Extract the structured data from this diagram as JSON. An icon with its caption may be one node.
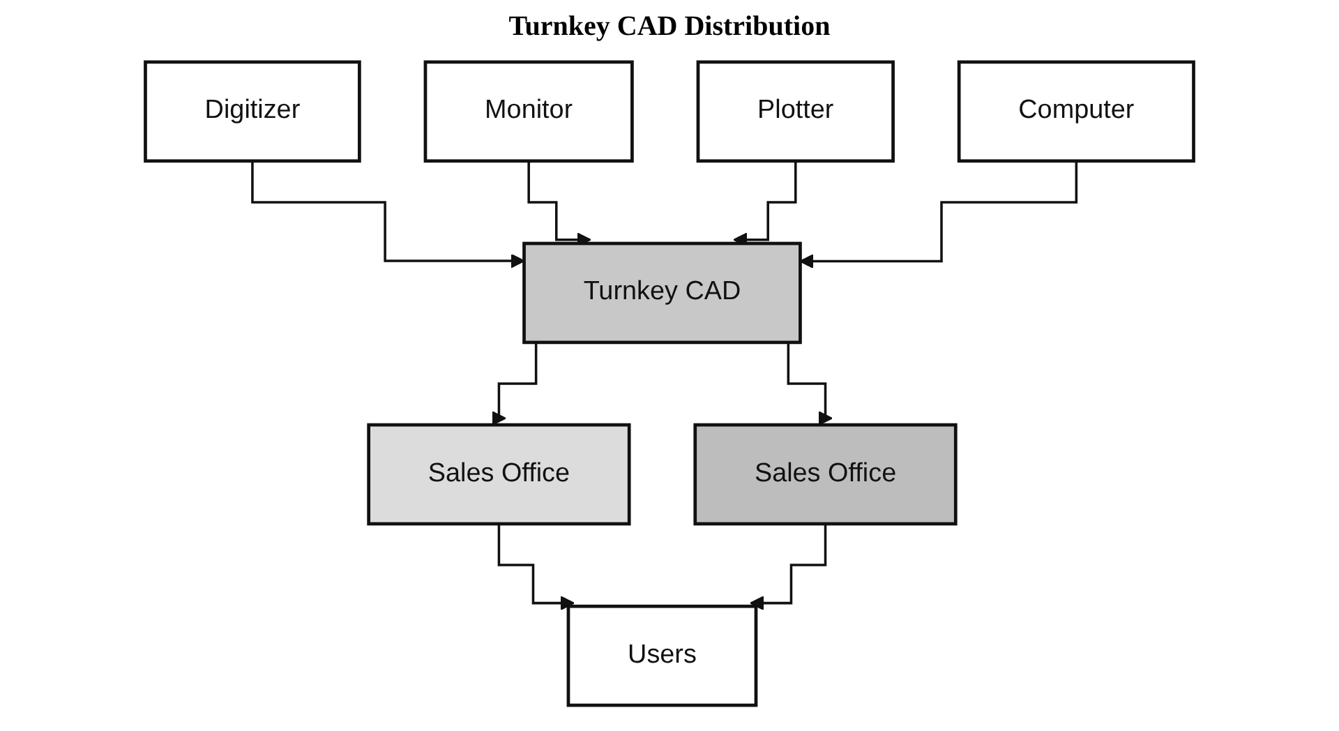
{
  "diagram": {
    "title": "Turnkey CAD Distribution",
    "nodes": [
      {
        "text": [
          "Digitizer"
        ]
      },
      {
        "text": [
          "Monitor"
        ]
      },
      {
        "text": [
          "Plotter"
        ]
      },
      {
        "text": [
          "Computer"
        ]
      },
      {
        "text": [
          "Turnkey CAD"
        ]
      },
      {
        "text": [
          "Sales Office"
        ]
      },
      {
        "text": [
          "Sales Office"
        ]
      },
      {
        "text": [
          "Users"
        ]
      }
    ],
    "edges": [
      {
        "from": 0,
        "to": 4,
        "arrow": "to"
      },
      {
        "from": 1,
        "to": 4,
        "arrow": "to"
      },
      {
        "from": 2,
        "to": 4,
        "arrow": "to"
      },
      {
        "from": 3,
        "to": 4,
        "arrow": "to"
      },
      {
        "from": 4,
        "to": 5,
        "arrow": "to"
      },
      {
        "from": 4,
        "to": 6,
        "arrow": "to"
      },
      {
        "from": 5,
        "to": 7,
        "arrow": "to"
      },
      {
        "from": 6,
        "to": 7,
        "arrow": "to"
      }
    ]
  }
}
